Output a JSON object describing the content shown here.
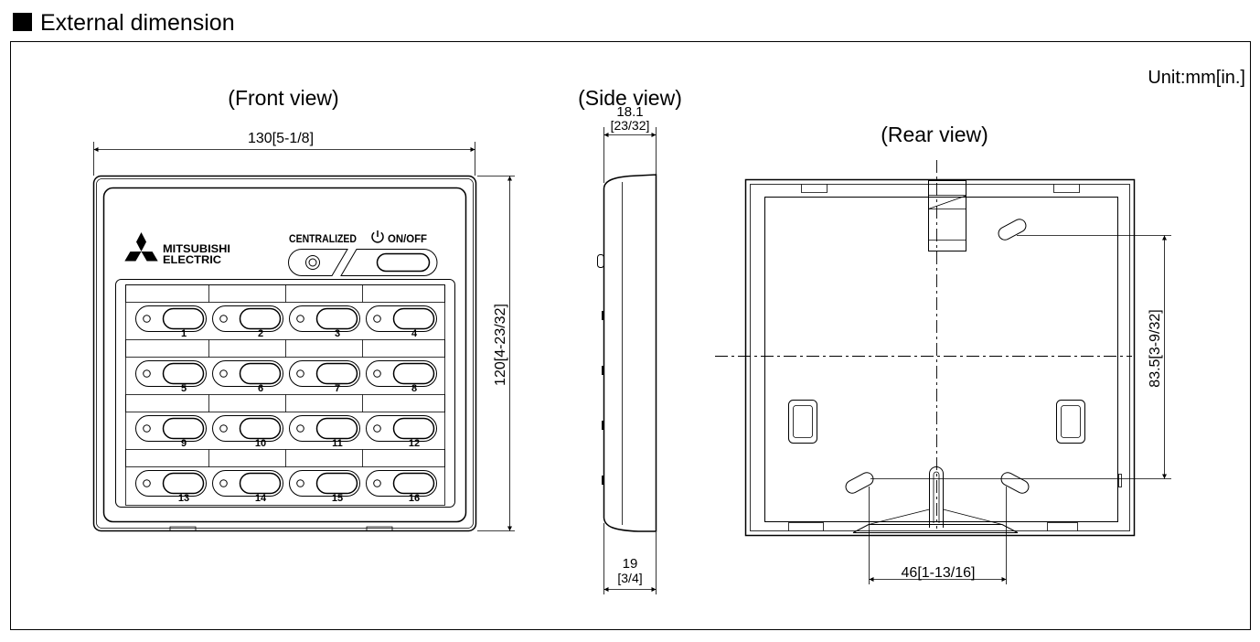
{
  "section": {
    "title": "External dimension"
  },
  "unit_label": "Unit:mm[in.]",
  "front_view": {
    "title": "(Front view)",
    "width_dim": "130[5-1/8]",
    "height_dim": "120[4-23/32]",
    "logo": {
      "line1": "MITSUBISHI",
      "line2": "ELECTRIC"
    },
    "centralized_label": "CENTRALIZED",
    "onoff_label": "ON/OFF",
    "buttons": [
      "1",
      "2",
      "3",
      "4",
      "5",
      "6",
      "7",
      "8",
      "9",
      "10",
      "11",
      "12",
      "13",
      "14",
      "15",
      "16"
    ]
  },
  "side_view": {
    "title": "(Side view)",
    "depth_top_mm": "18.1",
    "depth_top_in": "[23/32]",
    "depth_bottom_mm": "19",
    "depth_bottom_in": "[3/4]"
  },
  "rear_view": {
    "title": "(Rear view)",
    "hole_pitch_vertical": "83.5[3-9/32]",
    "hole_pitch_horizontal": "46[1-13/16]"
  },
  "icons": {
    "section_bullet": "black-square-icon",
    "power": "power-icon",
    "logo": "three-diamonds-logo"
  },
  "colors": {
    "line": "#000000",
    "background": "#ffffff"
  }
}
